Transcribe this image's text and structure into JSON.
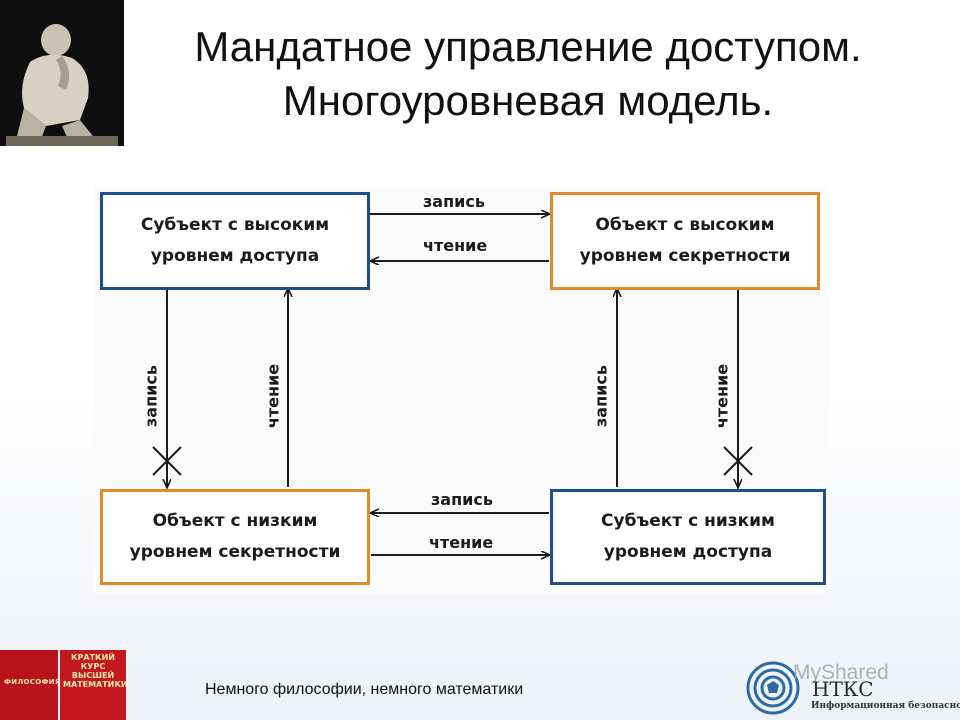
{
  "title": {
    "line1": "Мандатное управление доступом.",
    "line2": "Многоуровневая модель."
  },
  "diagram": {
    "box_top_left": {
      "line1": "Субъект с высоким",
      "line2": "уровнем доступа",
      "color": "#1f4e8c"
    },
    "box_top_right": {
      "line1": "Объект с высоким",
      "line2": "уровнем секретности",
      "color": "#e08a2c"
    },
    "box_bottom_left": {
      "line1": "Объект с низким",
      "line2": "уровнем секретности",
      "color": "#e08a2c"
    },
    "box_bottom_right": {
      "line1": "Субъект с низким",
      "line2": "уровнем доступа",
      "color": "#1f4e8c"
    },
    "top_write_label": "запись",
    "top_read_label": "чтение",
    "bottom_write_label": "запись",
    "bottom_read_label": "чтение",
    "left_write_label": "запись",
    "left_read_label": "чтение",
    "right_write_label": "запись",
    "right_read_label": "чтение"
  },
  "footer": {
    "caption": "Немного философии, немного математики"
  },
  "books": {
    "book1_title": "ФИЛОСОФИЯ",
    "book2_title": "КРАТКИЙ КУРС ВЫСШЕЙ МАТЕМАТИКИ"
  },
  "watermark": {
    "text": "MyShared"
  },
  "logo": {
    "name": "НТКС",
    "subtitle": "Информационная безопасность"
  }
}
